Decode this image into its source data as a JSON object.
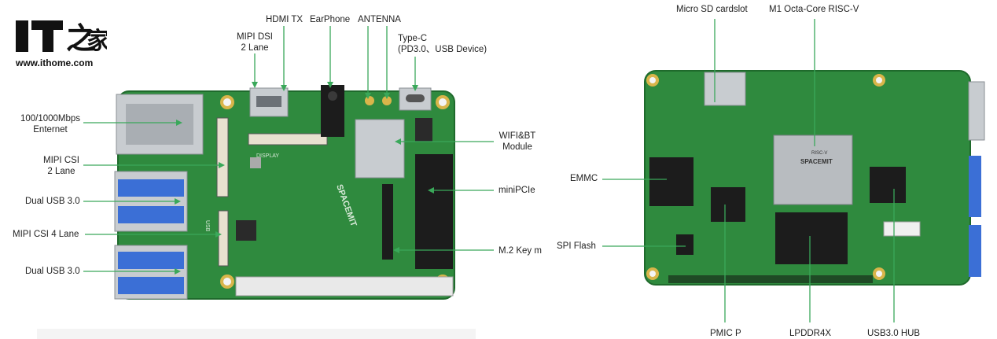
{
  "logo": {
    "mark": "IT之家",
    "site": "www.ithome.com"
  },
  "front_board": {
    "brand": "SPACEMIT",
    "silk_display": "DISPLAY",
    "silk_usb": "USB",
    "labels": {
      "mipi_dsi_1": "MIPI DSI",
      "mipi_dsi_2": "2 Lane",
      "hdmi": "HDMI TX",
      "earphone": "EarPhone",
      "antenna": "ANTENNA",
      "typec_1": "Type-C",
      "typec_2": "(PD3.0、USB Device)",
      "ethernet_1": "100/1000Mbps",
      "ethernet_2": "Enternet",
      "mipi_csi_1": "MIPI CSI",
      "mipi_csi_2": "2 Lane",
      "usb_a": "Dual USB 3.0",
      "mipi_csi4": "MIPI CSI 4 Lane",
      "usb_b": "Dual USB 3.0",
      "wifi_1": "WIFI&BT",
      "wifi_2": "Module",
      "minipcie": "miniPCIe",
      "m2": "M.2 Key m"
    }
  },
  "back_board": {
    "chip_brand": "SPACEMIT",
    "chip_model": "RISC-V",
    "labels": {
      "microsd": "Micro SD cardslot",
      "soc": "M1 Octa-Core RISC-V",
      "emmc": "EMMC",
      "spi": "SPI  Flash",
      "pmic": "PMIC P",
      "lpddr": "LPDDR4X",
      "usbhub": "USB3.0 HUB"
    }
  },
  "colors": {
    "pcb": "#2f8a3e",
    "pcb_dark": "#1f6a2c",
    "leader": "#3aa85a",
    "metal": "#c8ccd0",
    "usb_blue": "#3b6fd6"
  }
}
